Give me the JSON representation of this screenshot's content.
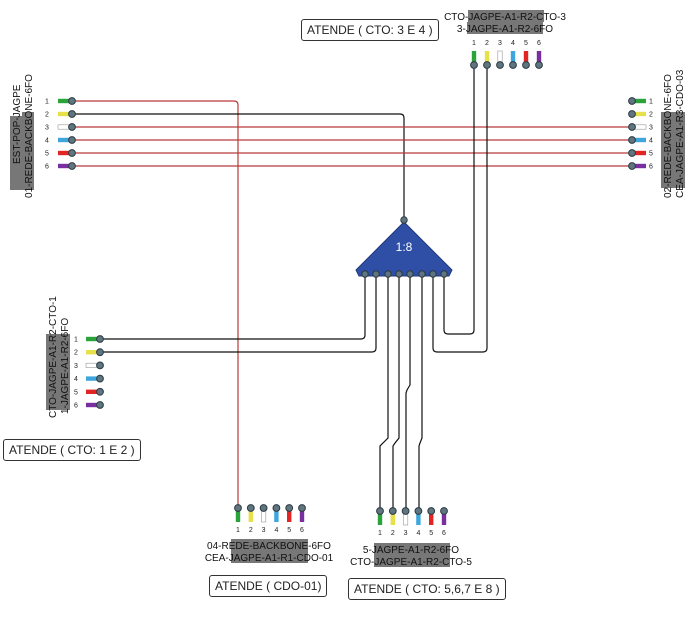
{
  "colors": {
    "fibers": [
      "#2aa33b",
      "#e8e04a",
      "#ffffff",
      "#3ea6dd",
      "#e22424",
      "#7a2fa0"
    ],
    "fiber_outline": "#9a9a9a",
    "port_fill": "#5f7580",
    "port_stroke": "#2b3a40",
    "wire_red": "#b73a3a",
    "wire_black": "#111111",
    "splitter_fill": "#2f4fa6",
    "splitter_stroke": "#23397a",
    "label_highlight": "#777777"
  },
  "splitter": {
    "ratio_label": "1:8",
    "outputs": 8
  },
  "connectors": {
    "left_top": {
      "line1": "EST-POP-JAGPE",
      "line2": "01-REDE-BACKBONE-6FO",
      "ports": [
        "1",
        "2",
        "3",
        "4",
        "5",
        "6"
      ]
    },
    "right_top": {
      "line1": "02-REDE-BACKBONE-6FO",
      "line2": "CEA-JAGPE-A1-R3-CDO-03",
      "ports": [
        "1",
        "2",
        "3",
        "4",
        "5",
        "6"
      ]
    },
    "top": {
      "line1": "CTO-JAGPE-A1-R2-CTO-3",
      "line2": "3-JAGPE-A1-R2-6FO",
      "ports": [
        "1",
        "2",
        "3",
        "4",
        "5",
        "6"
      ]
    },
    "left_bottom": {
      "line1": "CTO-JAGPE-A1-R2-CTO-1",
      "line2": "1-JAGPE-A1-R2-6FO",
      "ports": [
        "1",
        "2",
        "3",
        "4",
        "5",
        "6"
      ]
    },
    "bottom_left": {
      "line1": "04-REDE-BACKBONE-6FO",
      "line2": "CEA-JAGPE-A1-R1-CDO-01",
      "ports": [
        "1",
        "2",
        "3",
        "4",
        "5",
        "6"
      ]
    },
    "bottom_right": {
      "line1": "5-JAGPE-A1-R2-6FO",
      "line2": "CTO-JAGPE-A1-R2-CTO-5",
      "ports": [
        "1",
        "2",
        "3",
        "4",
        "5",
        "6"
      ]
    }
  },
  "notes": {
    "top": "ATENDE ( CTO: 3 E 4 )",
    "left": "ATENDE ( CTO: 1 E 2 )",
    "bottom_left": "ATENDE ( CDO-01)",
    "bottom_right": "ATENDE ( CTO: 5,6,7 E 8 )"
  }
}
